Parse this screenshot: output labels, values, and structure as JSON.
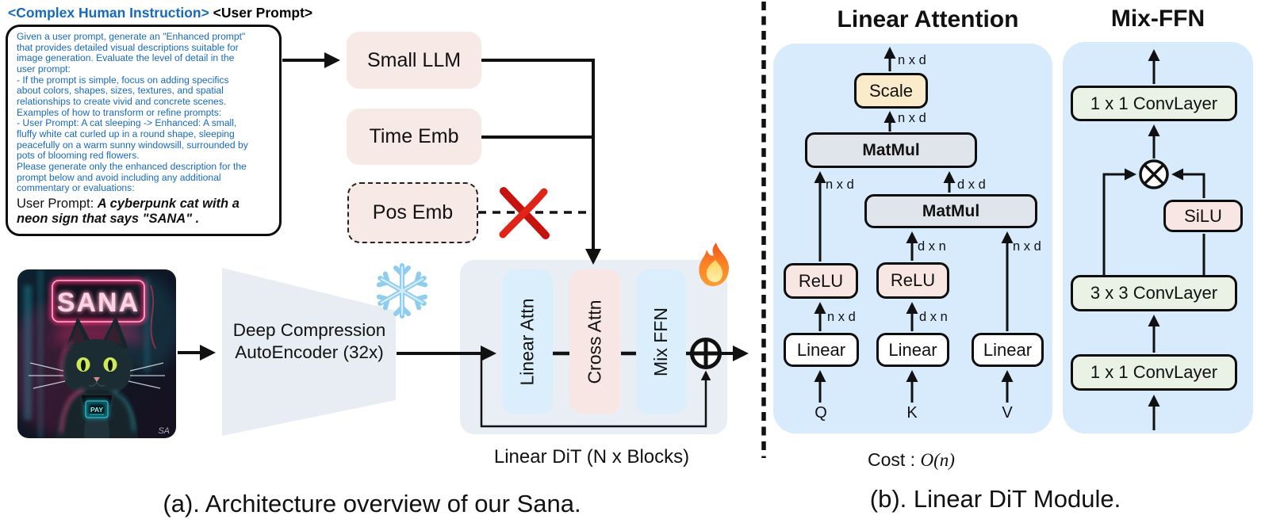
{
  "figure": {
    "caption_a": "(a). Architecture overview of our Sana.",
    "caption_b": "(b). Linear DiT Module."
  },
  "header": {
    "complex_instruction": "<Complex Human Instruction>",
    "user_prompt": "<User Prompt>"
  },
  "prompt_box": {
    "lines": [
      "Given a user prompt, generate an \"Enhanced prompt\"",
      "that provides detailed visual descriptions suitable for",
      "image generation. Evaluate the level of detail in the",
      "user prompt:",
      "- If the prompt is simple, focus on adding specifics",
      "about colors, shapes, sizes, textures, and spatial",
      "relationships to create vivid and concrete scenes.",
      "Examples of how to transform or refine prompts:",
      "- User Prompt: A cat sleeping -> Enhanced: A small,",
      "fluffy white cat curled up in a round shape, sleeping",
      "peacefully on a warm sunny windowsill, surrounded by",
      "pots of blooming red flowers.",
      "Please generate only the enhanced description for the",
      "prompt below and avoid including any additional",
      "commentary or evaluations:"
    ],
    "user_prompt_label": "User Prompt: ",
    "user_prompt_text_1": "A cyberpunk cat with a",
    "user_prompt_text_2": "neon sign that says \"SANA\" ."
  },
  "pipeline": {
    "small_llm": "Small LLM",
    "time_emb": "Time Emb",
    "pos_emb": "Pos Emb",
    "encoder": "Deep Compression AutoEncoder (32x)",
    "dit": {
      "linear_attn": "Linear Attn",
      "cross_attn": "Cross Attn",
      "mix_ffn": "Mix FFN",
      "caption": "Linear DiT (N x Blocks)"
    }
  },
  "cat_image": {
    "neon_sign": "SANA",
    "collar_tag": "PAY",
    "signature": "SA"
  },
  "linear_attention": {
    "title": "Linear Attention",
    "scale": "Scale",
    "matmul_top": "MatMul",
    "matmul_bottom": "MatMul",
    "relu_q": "ReLU",
    "relu_k": "ReLU",
    "linear_q": "Linear",
    "linear_k": "Linear",
    "linear_v": "Linear",
    "q": "Q",
    "k": "K",
    "v": "V",
    "dims": {
      "output": "n x d",
      "scale_in": "n x d",
      "matmul1_left": "n x d",
      "matmul1_right": "d x d",
      "matmul2_mid": "d x n",
      "matmul2_right": "n x d",
      "relu_q_in": "n x d",
      "relu_k_in": "d x n"
    },
    "cost_label": "Cost :",
    "cost_value": "O(n)"
  },
  "mix_ffn": {
    "title": "Mix-FFN",
    "conv_top": "1 x 1 ConvLayer",
    "silu": "SiLU",
    "conv_mid": "3 x 3 ConvLayer",
    "conv_bottom": "1 x 1 ConvLayer"
  },
  "icons": {
    "frozen": "snowflake-icon",
    "trainable": "fire-icon",
    "removed": "red-x-icon",
    "residual_add": "circle-plus-icon",
    "elementwise_mul": "circle-times-icon"
  },
  "colors": {
    "instruction_text_blue": "#1669bd",
    "panel_blue": "#d7ebfc",
    "pill_blue": "#daeefc",
    "pill_pink": "#f7e6e3",
    "box_pink": "#f7e9e6",
    "box_yellow": "#faeccb",
    "box_gray": "#e0e4eb",
    "box_green": "#eaf1e5",
    "container_gray": "#e9edf4",
    "red_x": "#cf1d15"
  }
}
